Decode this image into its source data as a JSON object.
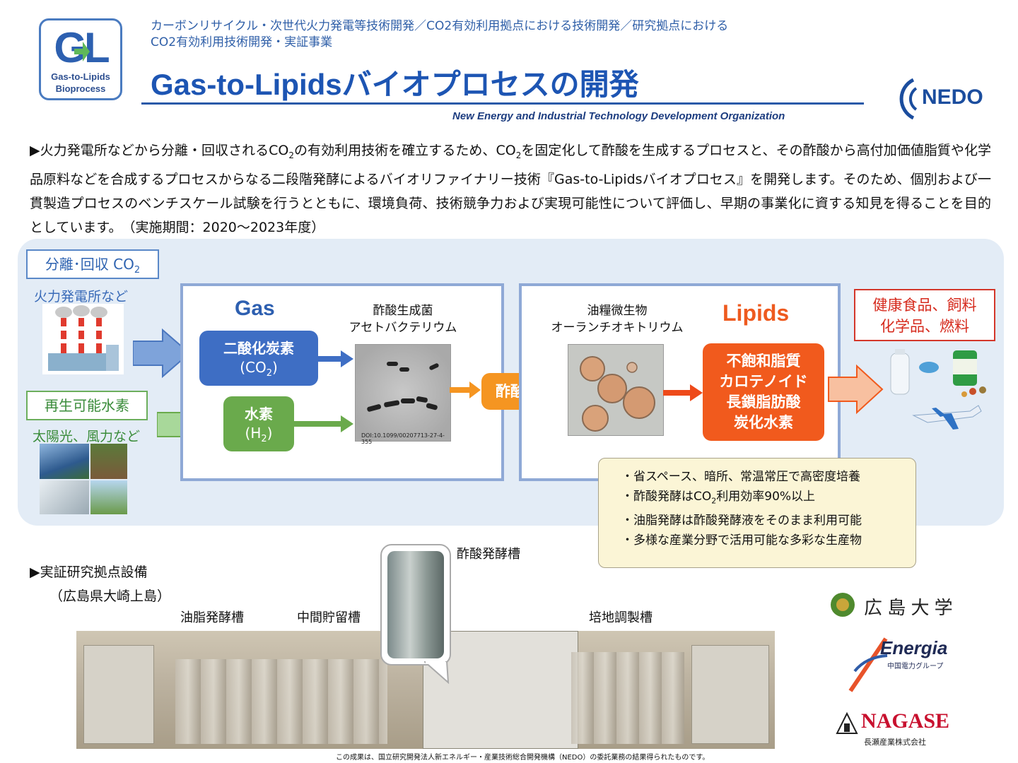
{
  "header": {
    "logo": {
      "letters": "GL",
      "line1": "Gas-to-Lipids",
      "line2": "Bioprocess"
    },
    "subtitle_line1": "カーボンリサイクル・次世代火力発電等技術開発／CO2有効利用拠点における技術開発／研究拠点における",
    "subtitle_line2": "CO2有効利用技術開発・実証事業",
    "title": "Gas-to-Lipidsバイオプロセスの開発",
    "org": "New Energy and Industrial Technology Development Organization",
    "nedo_logo": "NEDO"
  },
  "intro": {
    "part1": "▶火力発電所などから分離・回収されるCO",
    "sub1": "2",
    "part2": "の有効利用技術を確立するため、CO",
    "sub2": "2",
    "part3": "を固定化して酢酸を生成するプロセスと、その酢酸から高付加価値脂質や化学品原料などを合成するプロセスからなる二段階発酵によるバイオリファイナリー技術『Gas-to-Lipidsバイオプロセス』を開発します。そのため、個別および一貫製造プロセスのベンチスケール試験を行うとともに、環境負荷、技術競争力および実現可能性について評価し、早期の事業化に資する知見を得ることを目的としています。　（実施期間：2020～2023年度）"
  },
  "diagram": {
    "co2_tag": "分離･回収 CO",
    "co2_tag_sub": "2",
    "co2_source": "火力発電所など",
    "h2_tag": "再生可能水素",
    "h2_source": "太陽光、風力など",
    "gas_word": "Gas",
    "co2_box_line1": "二酸化炭素",
    "co2_box_line2a": "(CO",
    "co2_box_line2sub": "2",
    "co2_box_line2b": ")",
    "h2_box_line1": "水素",
    "h2_box_line2a": "(H",
    "h2_box_line2sub": "2",
    "h2_box_line2b": ")",
    "bacteria_caption_line1": "酢酸生成菌",
    "bacteria_caption_line2": "アセトバクテリウム",
    "doi": "DOI:10.1099/00207713-27-4-355",
    "acetic_acid": "酢酸",
    "microbe_caption_line1": "油糧微生物",
    "microbe_caption_line2": "オーランチオキトリウム",
    "lipids_word": "Lipids",
    "products_box": [
      "不飽和脂質",
      "カロテノイド",
      "長鎖脂肪酸",
      "炭化水素"
    ],
    "final_products_line1": "健康食品、飼料",
    "final_products_line2": "化学品、燃料",
    "features": [
      {
        "a": "・省スペース、暗所、常温常圧で高密度培養",
        "sub": "",
        "b": ""
      },
      {
        "a": "・酢酸発酵はCO",
        "sub": "2",
        "b": "利用効率90%以上"
      },
      {
        "a": "・油脂発酵は酢酸発酵液をそのまま利用可能",
        "sub": "",
        "b": ""
      },
      {
        "a": "・多様な産業分野で活用可能な多彩な生産物",
        "sub": "",
        "b": ""
      }
    ]
  },
  "facility": {
    "heading": "▶実証研究拠点設備",
    "location": "（広島県大崎上島）",
    "labels": {
      "oil_tank": "油脂発酵槽",
      "middle_tank": "中間貯留槽",
      "acetic_tank": "酢酸発酵槽",
      "medium_tank": "培地調製槽"
    }
  },
  "partners": {
    "hiroshima": "広 島 大 学",
    "energia": "Energia",
    "energia_sub": "中国電力グループ",
    "nagase": "NAGASE",
    "nagase_sub": "長瀬産業株式会社"
  },
  "footnote": "この成果は、国立研究開発法人新エネルギー・産業技術総合開発機構（NEDO）の委託業務の結果得られたものです。",
  "colors": {
    "blue": "#3d6fc4",
    "green": "#6aaa4c",
    "orange": "#f59521",
    "red_orange": "#ee5a1f",
    "panel": "#e3ecf6"
  }
}
